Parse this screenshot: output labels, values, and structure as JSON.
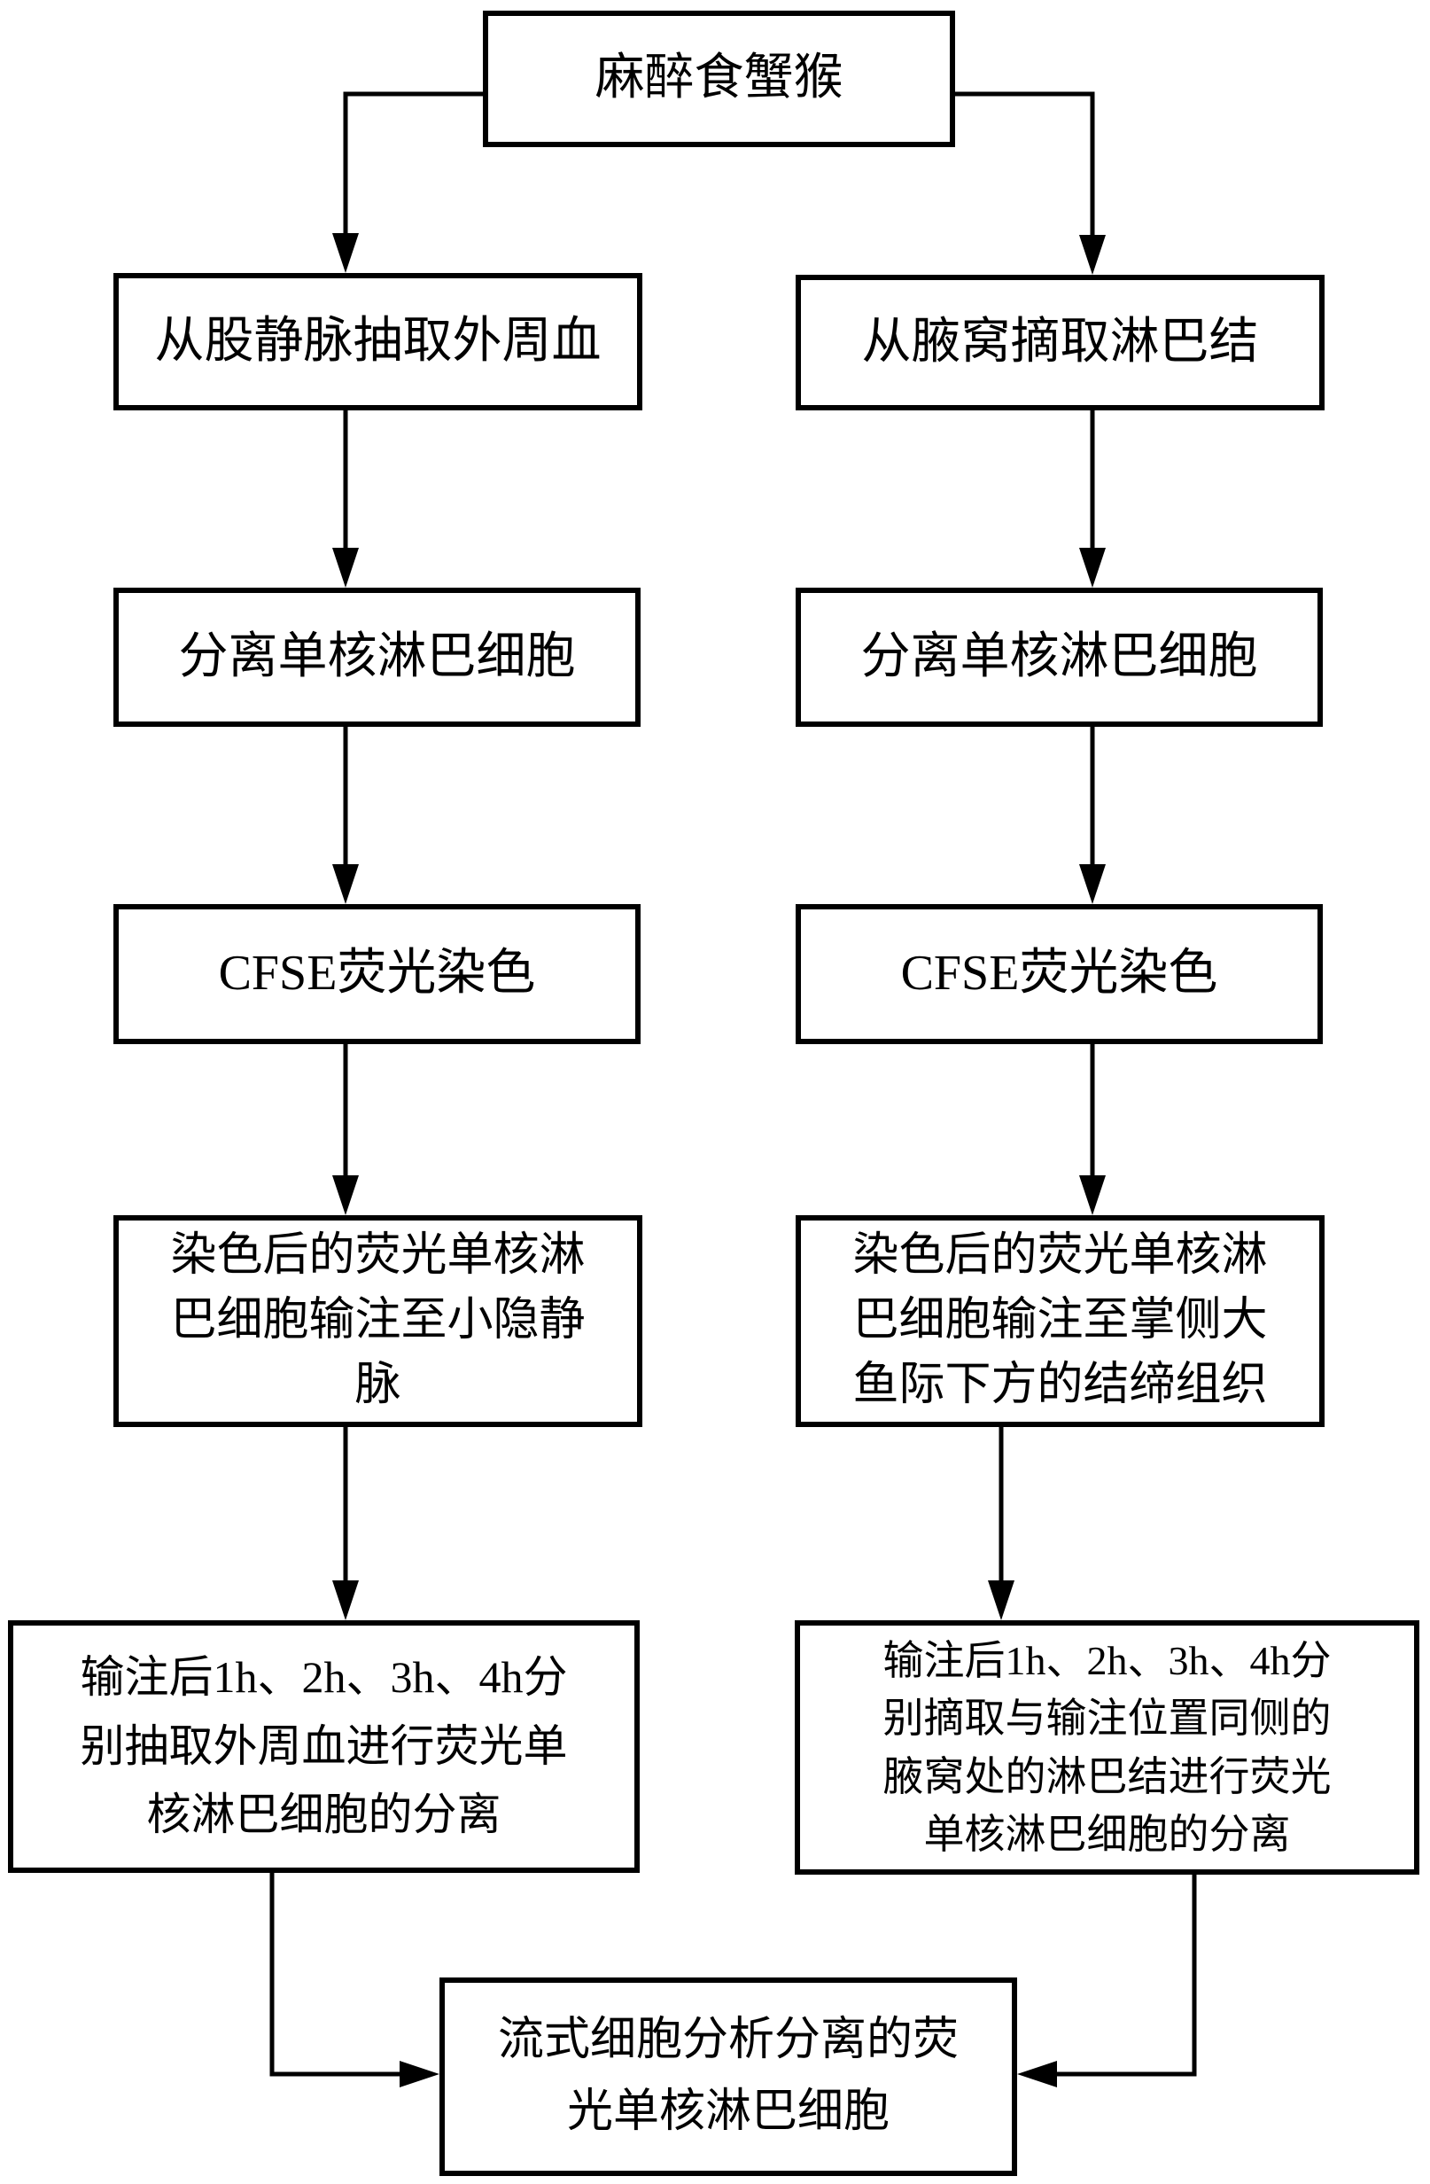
{
  "colors": {
    "ink": "#000000",
    "background": "#ffffff"
  },
  "flowchart": {
    "nodes": [
      {
        "id": "anesthetized-cynomolgus-monkey",
        "text": "麻醉食蟹猴"
      },
      {
        "id": "draw-peripheral-blood-femoral-vein",
        "text": "从股静脉抽取外周血"
      },
      {
        "id": "excise-lymph-nodes-from-axilla",
        "text": "从腋窝摘取淋巴结"
      },
      {
        "id": "isolate-mononuclear-lymphocytes-blood",
        "text": "分离单核淋巴细胞"
      },
      {
        "id": "isolate-mononuclear-lymphocytes-node",
        "text": "分离单核淋巴细胞"
      },
      {
        "id": "cfse-fluorescent-staining-blood",
        "text": "CFSE荧光染色"
      },
      {
        "id": "cfse-fluorescent-staining-node",
        "text": "CFSE荧光染色"
      },
      {
        "id": "infuse-into-small-saphenous-vein",
        "text": "染色后的荧光单核淋\n巴细胞输注至小隐静\n脉"
      },
      {
        "id": "infuse-into-thenar-connective-tissue",
        "text": "染色后的荧光单核淋\n巴细胞输注至掌侧大\n鱼际下方的结缔组织"
      },
      {
        "id": "timed-blood-sampling-separation",
        "text": "输注后1h、2h、3h、4h分\n别抽取外周血进行荧光单\n核淋巴细胞的分离"
      },
      {
        "id": "timed-lymph-node-excision-separation",
        "text": "输注后1h、2h、3h、4h分\n别摘取与输注位置同侧的\n腋窝处的淋巴结进行荧光\n单核淋巴细胞的分离"
      },
      {
        "id": "flow-cytometry-analysis",
        "text": "流式细胞分析分离的荧\n光单核淋巴细胞"
      }
    ],
    "edges": [
      {
        "from": "anesthetized-cynomolgus-monkey",
        "to": "draw-peripheral-blood-femoral-vein"
      },
      {
        "from": "anesthetized-cynomolgus-monkey",
        "to": "excise-lymph-nodes-from-axilla"
      },
      {
        "from": "draw-peripheral-blood-femoral-vein",
        "to": "isolate-mononuclear-lymphocytes-blood"
      },
      {
        "from": "excise-lymph-nodes-from-axilla",
        "to": "isolate-mononuclear-lymphocytes-node"
      },
      {
        "from": "isolate-mononuclear-lymphocytes-blood",
        "to": "cfse-fluorescent-staining-blood"
      },
      {
        "from": "isolate-mononuclear-lymphocytes-node",
        "to": "cfse-fluorescent-staining-node"
      },
      {
        "from": "cfse-fluorescent-staining-blood",
        "to": "infuse-into-small-saphenous-vein"
      },
      {
        "from": "cfse-fluorescent-staining-node",
        "to": "infuse-into-thenar-connective-tissue"
      },
      {
        "from": "infuse-into-small-saphenous-vein",
        "to": "timed-blood-sampling-separation"
      },
      {
        "from": "infuse-into-thenar-connective-tissue",
        "to": "timed-lymph-node-excision-separation"
      },
      {
        "from": "timed-blood-sampling-separation",
        "to": "flow-cytometry-analysis"
      },
      {
        "from": "timed-lymph-node-excision-separation",
        "to": "flow-cytometry-analysis"
      }
    ]
  }
}
